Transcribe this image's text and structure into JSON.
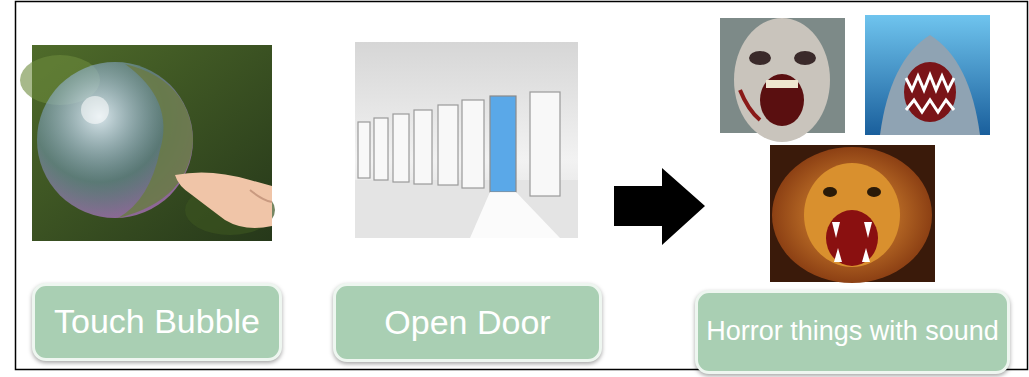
{
  "diagram": {
    "nodes": [
      {
        "text": [
          "Touch Bubble"
        ]
      },
      {
        "text": [
          "Open Door"
        ]
      },
      {
        "text": [
          "Horror things with sound"
        ]
      }
    ]
  }
}
